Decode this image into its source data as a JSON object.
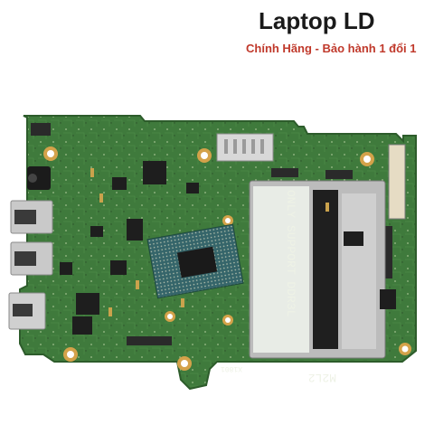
{
  "header": {
    "title": "Laptop LD",
    "subtitle": "Chính Hãng - Bảo hành 1 đổi 1"
  },
  "board": {
    "slot_label": "ONLY SUPPORT DDR3L",
    "mark_label": "M2L2",
    "serial_label": "X1801"
  },
  "colors": {
    "pcb": "#3f7a3c",
    "pcb_dark": "#2d5c2b",
    "gold": "#d4a24a",
    "steel": "#dcdcdc",
    "accent_red": "#c0392b"
  }
}
